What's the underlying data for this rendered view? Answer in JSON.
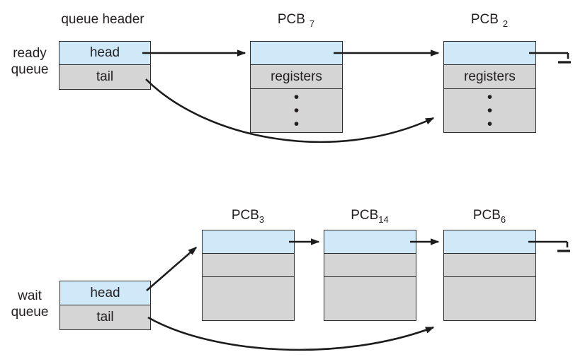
{
  "glyphs": {
    "dot": "•"
  },
  "colors": {
    "link_row": "#cfe9f8",
    "data_row": "#d5d5d5",
    "border": "#2f2c2d",
    "line": "#1c1c1c",
    "text": "#231f20",
    "background": "#ffffff"
  },
  "ready_section": {
    "side_label": [
      "ready",
      "queue"
    ],
    "header_label": "queue header",
    "head_label": "head",
    "tail_label": "tail",
    "pcbs": [
      {
        "name": "PCB",
        "sub": "7",
        "registers_label": "registers"
      },
      {
        "name": "PCB",
        "sub": "2",
        "registers_label": "registers"
      }
    ]
  },
  "wait_section": {
    "side_label": [
      "wait",
      "queue"
    ],
    "head_label": "head",
    "tail_label": "tail",
    "pcbs": [
      {
        "name": "PCB",
        "sub": "3"
      },
      {
        "name": "PCB",
        "sub": "14"
      },
      {
        "name": "PCB",
        "sub": "6"
      }
    ]
  }
}
